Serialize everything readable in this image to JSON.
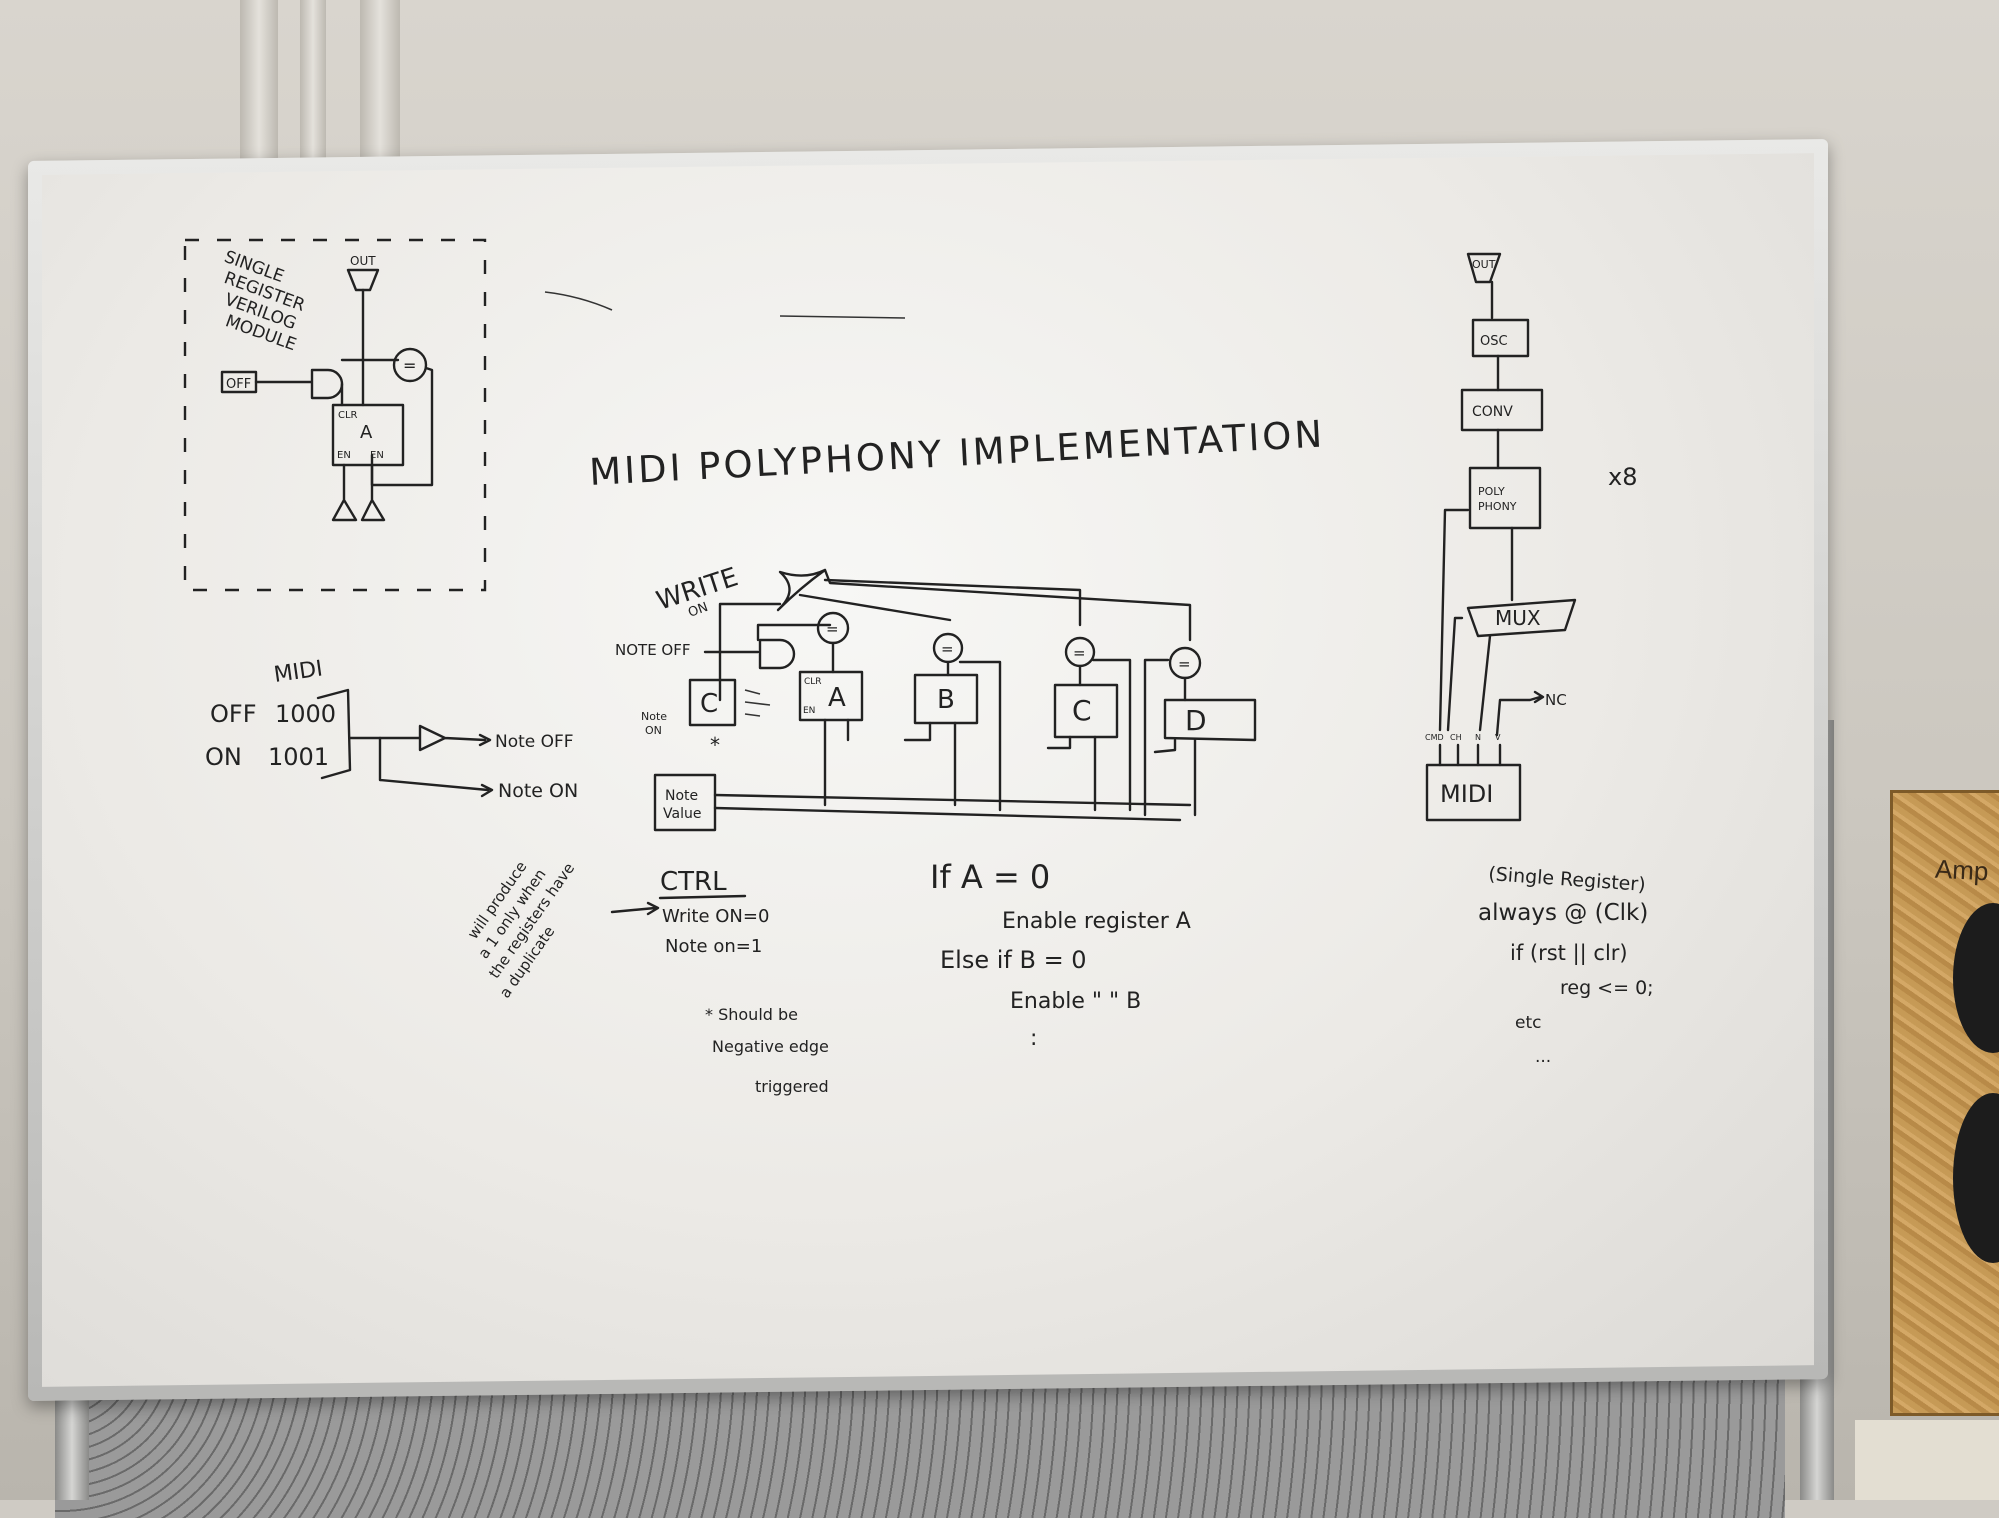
{
  "title": "MIDI POLYPHONY IMPLEMENTATION",
  "module_box": {
    "caption": [
      "SINGLE",
      "REGISTER",
      "VERILOG",
      "MODULE"
    ],
    "out": "OUT",
    "off": "OFF",
    "eq": "=",
    "reg": "A",
    "clr": "CLR",
    "en_left": "EN",
    "en_right": "EN"
  },
  "midi_decode": {
    "heading": "MIDI",
    "off_label": "OFF",
    "off_bits": "1000",
    "on_label": "ON",
    "on_bits": "1001",
    "out_note_off": "Note OFF",
    "out_note_on": "Note ON"
  },
  "polyphony_circuit": {
    "write_label": "WRITE",
    "write_sub": "ON",
    "note_off": "NOTE OFF",
    "note_on": "Note ON",
    "ctrl_block": "C",
    "note_value": [
      "Note",
      "Value"
    ],
    "asterisk": "*",
    "registers": [
      "A",
      "B",
      "C",
      "D"
    ],
    "clr": "CLR",
    "en": "EN",
    "eq": "="
  },
  "ctrl_note": {
    "side_note": [
      "will produce",
      "a 1 only when",
      "the registers have",
      "a duplicate"
    ],
    "heading": "CTRL",
    "line1": "Write ON=0",
    "line2": "Note on=1",
    "footnote": [
      "* Should be",
      "Negative edge",
      "triggered"
    ]
  },
  "pseudocode": {
    "line1": "If  A = 0",
    "line2": "Enable register A",
    "line3": "Else  if  B = 0",
    "line4": "Enable  \"   \" B",
    "line5": ":"
  },
  "right_chain": {
    "out": "OUT",
    "osc": "OSC",
    "conv": "CONV",
    "poly": [
      "POLY",
      "PHONY"
    ],
    "times": "x8",
    "mux": "MUX",
    "nc": "NC",
    "midi": "MIDI",
    "pins": [
      "CMD",
      "CH",
      "N",
      "V"
    ]
  },
  "verilog_note": {
    "line1": "(Single Register)",
    "line2": "always @ (Clk)",
    "line3": "if (rst || clr)",
    "line4": "reg <= 0;",
    "line5": "etc",
    "line6": "..."
  },
  "speaker_label": "Amp"
}
